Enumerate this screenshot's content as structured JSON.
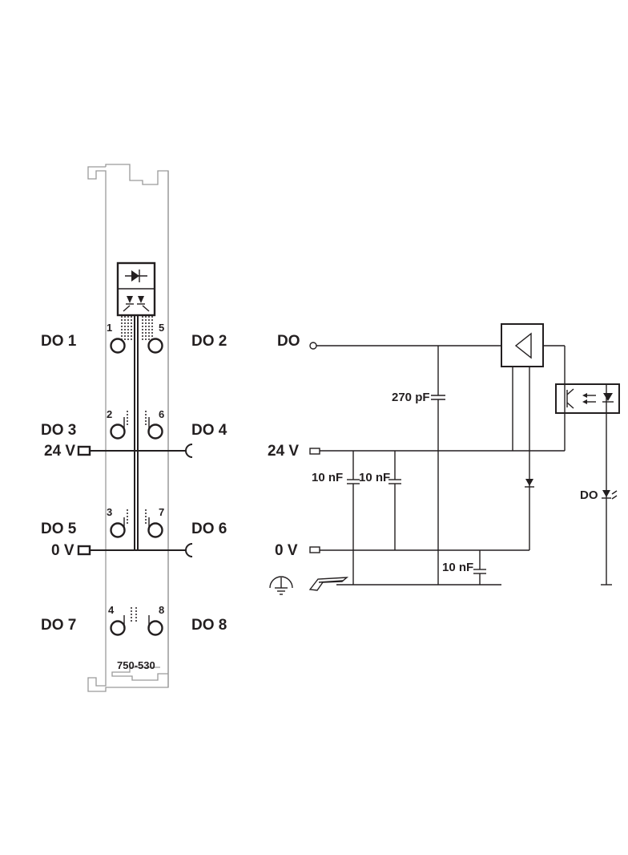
{
  "module": {
    "part_number": "750-530",
    "channels_left": [
      "DO 1",
      "DO 3",
      "DO 5",
      "DO 7"
    ],
    "channels_right": [
      "DO 2",
      "DO 4",
      "DO 6",
      "DO 8"
    ],
    "supply_labels": [
      "24 V",
      "0 V"
    ],
    "terminal_numbers": [
      "1",
      "2",
      "3",
      "4",
      "5",
      "6",
      "7",
      "8"
    ]
  },
  "circuit": {
    "output_label": "DO",
    "supply_24v_label": "24 V",
    "supply_0v_label": "0 V",
    "capacitors": [
      "270 pF",
      "10 nF",
      "10 nF",
      "10 nF"
    ],
    "led_label": "DO"
  }
}
